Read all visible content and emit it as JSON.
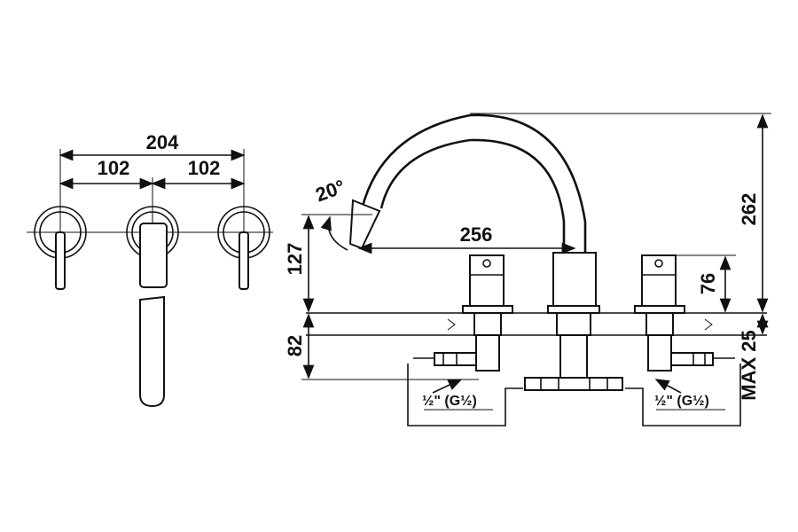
{
  "front_view": {
    "overall_width": "204",
    "left_spacing": "102",
    "right_spacing": "102"
  },
  "side_view": {
    "spout_angle": "20°",
    "spout_reach": "256",
    "total_height": "262",
    "outlet_height": "127",
    "handle_height": "76",
    "below_deck": "82",
    "max_deck": "MAX 25",
    "left_connection": "½\" (G½)",
    "right_connection": "½\" (G½)"
  },
  "colors": {
    "line": "#111111",
    "background": "#ffffff"
  }
}
